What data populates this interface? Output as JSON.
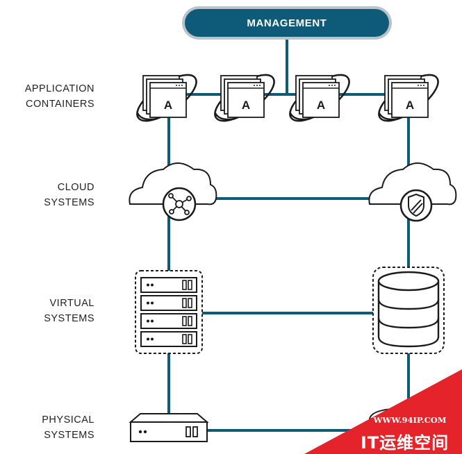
{
  "management": {
    "label": "MANAGEMENT"
  },
  "rows": [
    {
      "line1": "APPLICATION",
      "line2": "CONTAINERS"
    },
    {
      "line1": "CLOUD",
      "line2": "SYSTEMS"
    },
    {
      "line1": "VIRTUAL",
      "line2": "SYSTEMS"
    },
    {
      "line1": "PHYSICAL",
      "line2": "SYSTEMS"
    }
  ],
  "container_badge": "A",
  "colors": {
    "link": "#0e5a79",
    "pill_outer": "#b9c3c9",
    "stroke": "#1a1a1a",
    "watermark": "#e4232b"
  },
  "watermark": {
    "url": "WWW.94IP.COM",
    "brand": "IT运维空间"
  }
}
